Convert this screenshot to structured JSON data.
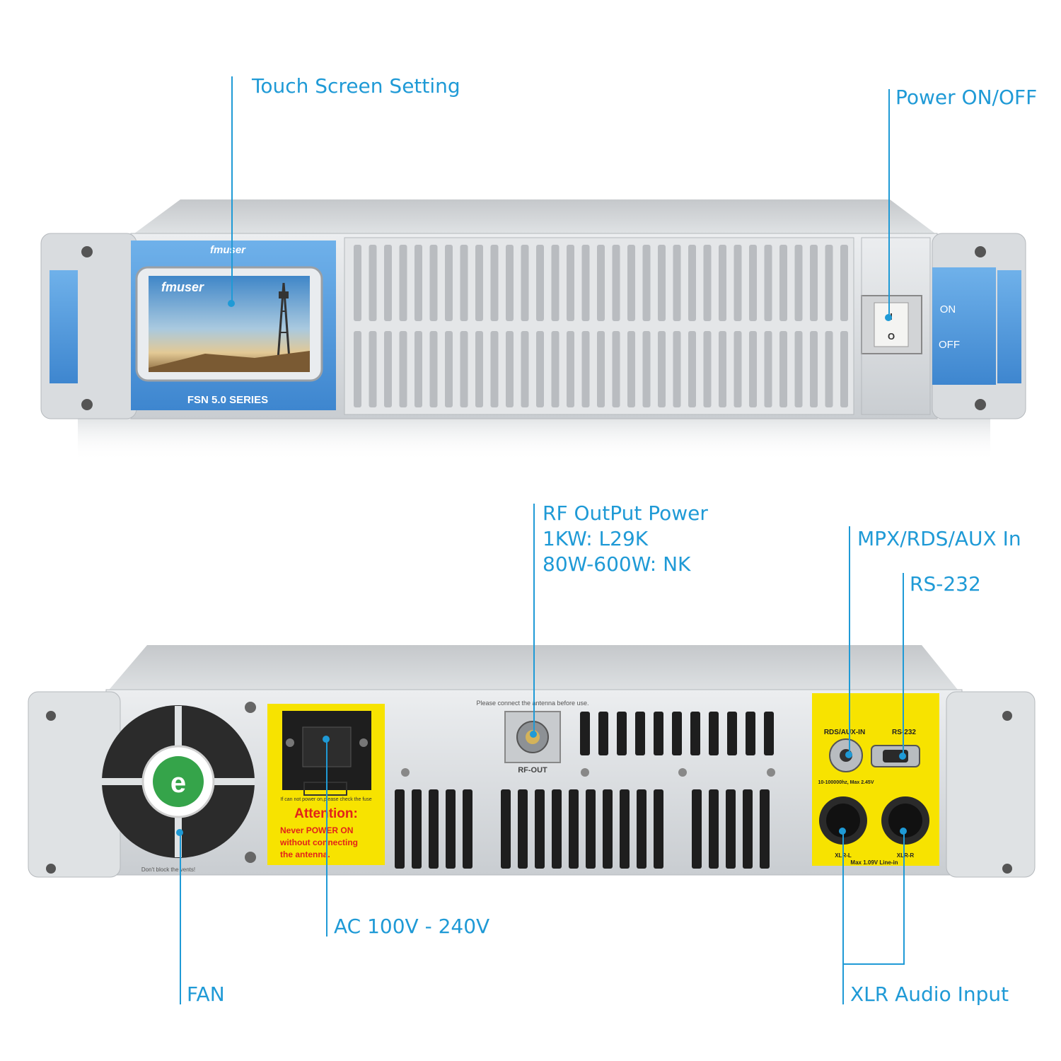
{
  "front": {
    "brand_panel": "fmuser",
    "brand_screen": "fmuser",
    "series": "FSN 5.0 SERIES",
    "switch_on_symbol": "I",
    "switch_off_symbol": "O",
    "on_label": "ON",
    "off_label": "OFF"
  },
  "rear": {
    "antenna_notice": "Please connect the antenna before use.",
    "rf_out": "RF-OUT",
    "fuse_note": "If can not power on,please check the fuse",
    "attention_title": "Attention:",
    "attention_lines": [
      "Never POWER ON",
      "without connecting",
      "the antenna."
    ],
    "vent_note": "Don't block the vents!",
    "rds_aux_in": "RDS/AUX-IN",
    "rs232_port": "RS-232",
    "input_spec": "10-100000hz, Max 2.45V",
    "xlr_l": "XLR-L",
    "xlr_r": "XLR-R",
    "line_in_spec": "Max 1.09V Line-in",
    "fan_icon_letter": "e"
  },
  "callouts": {
    "touch_screen": "Touch Screen Setting",
    "power_switch": "Power ON/OFF",
    "rf_output_lines": [
      "RF OutPut Power",
      "1KW: L29K",
      "80W-600W: NK"
    ],
    "mpx_input": "MPX/RDS/AUX In",
    "rs232": "RS-232",
    "ac_power": "AC 100V - 240V",
    "fan": "FAN",
    "xlr_audio": "XLR Audio Input"
  },
  "colors": {
    "callout_blue": "#1f9ad6",
    "panel_blue": "#4a90d9",
    "warning_yellow": "#f7e300",
    "chassis_silver": "#d9dcdf"
  }
}
